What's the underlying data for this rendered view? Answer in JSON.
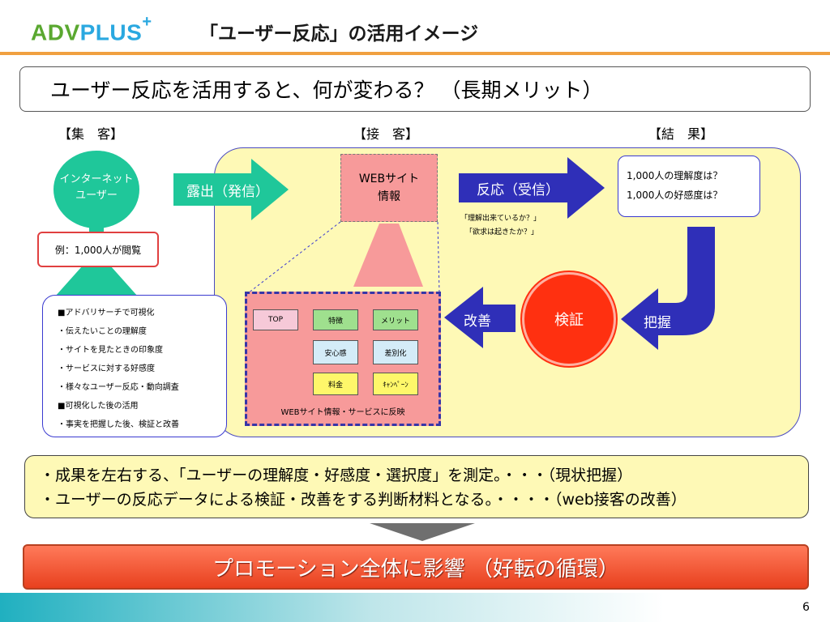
{
  "header": {
    "logo_adv": "ADV",
    "logo_plus": "PLUS",
    "logo_sup": "+",
    "slide_title": "「ユーザー反応」の活用イメージ"
  },
  "headline": "ユーザー反応を活用すると、何が変わる？ （長期メリット）",
  "columns": {
    "left": "【集　客】",
    "center": "【接　客】",
    "right": "【結　果】"
  },
  "person": {
    "line1": "インターネット",
    "line2": "ユーザー",
    "example": "例：1,000人が閲覧"
  },
  "list_items": [
    "■アドバリサーチで可視化",
    "・伝えたいことの理解度",
    "・サイトを見たときの印象度",
    "・サービスに対する好感度",
    "・様々なユーザー反応・動向調査",
    "■可視化した後の活用",
    "・事実を把握した後、検証と改善"
  ],
  "arrows": {
    "exposure": "露出（発信）",
    "response": "反応（受信）",
    "improve": "改善",
    "grasp": "把握"
  },
  "web_box": {
    "line1": "WEBサイト",
    "line2": "情報"
  },
  "response_notes": [
    "「理解出来ているか？」",
    "「欲求は起きたか？」"
  ],
  "results": [
    "1,000人の理解度は？",
    "1,000人の好感度は？"
  ],
  "verify": "検証",
  "panel": {
    "top": "TOP",
    "feature": "特徴",
    "merit": "メリット",
    "safety": "安心感",
    "diff": "差別化",
    "price": "料金",
    "campaign": "ｷｬﾝﾍﾟｰﾝ",
    "caption": "WEBサイト情報・サービスに反映"
  },
  "summary": [
    "・成果を左右する、「ユーザーの理解度・好感度・選択度」を測定。・・・（現状把握）",
    "・ユーザーの反応データによる検証・改善をする判断材料となる。・・・・（web接客の改善）"
  ],
  "promo": "プロモーション全体に影響 （好転の循環）",
  "page_number": "6",
  "colors": {
    "accent_orange": "#f0a040",
    "teal": "#1fc79a",
    "navy": "#2f2fb8",
    "red": "#ff3010",
    "yellow_bg": "#fef9b6"
  }
}
